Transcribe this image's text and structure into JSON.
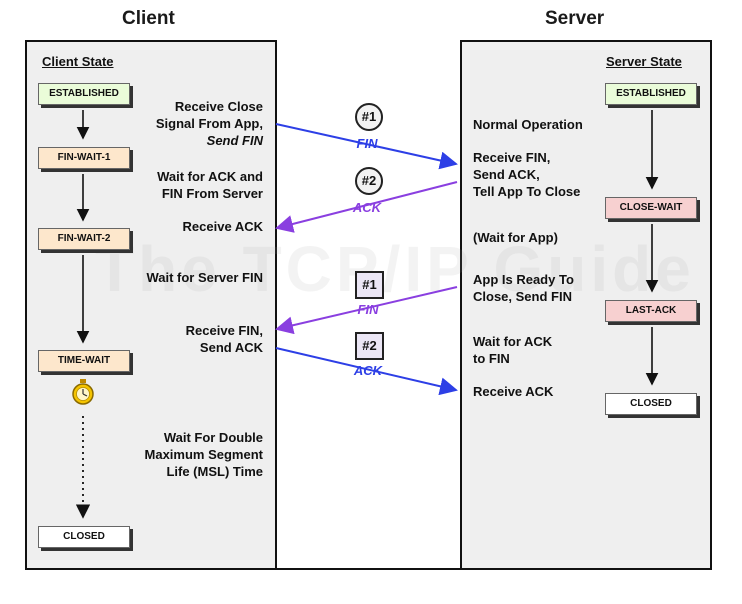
{
  "titles": {
    "client": "Client",
    "server": "Server"
  },
  "client": {
    "state_label": "Client State",
    "states": [
      "ESTABLISHED",
      "FIN-WAIT-1",
      "FIN-WAIT-2",
      "TIME-WAIT",
      "CLOSED"
    ],
    "events": {
      "e1": [
        "Receive Close",
        "Signal From App,",
        "Send FIN"
      ],
      "e2": [
        "Wait for ACK and",
        "FIN From Server"
      ],
      "e3": "Receive ACK",
      "e4": "Wait for Server FIN",
      "e5": [
        "Receive FIN,",
        "Send ACK"
      ],
      "e6": [
        "Wait For Double",
        "Maximum Segment",
        "Life (MSL) Time"
      ]
    }
  },
  "server": {
    "state_label": "Server State",
    "states": [
      "ESTABLISHED",
      "CLOSE-WAIT",
      "LAST-ACK",
      "CLOSED"
    ],
    "events": {
      "e1": "Normal Operation",
      "e2": [
        "Receive FIN,",
        "Send ACK,",
        "Tell App To Close"
      ],
      "e3": "(Wait for App)",
      "e4": [
        "App Is Ready To",
        "Close, Send FIN"
      ],
      "e5": [
        "Wait for ACK",
        "to FIN"
      ],
      "e6": "Receive ACK"
    }
  },
  "messages": [
    {
      "tag": "#1",
      "label": "FIN",
      "color": "#2d3fe6"
    },
    {
      "tag": "#2",
      "label": "ACK",
      "color": "#8a3fe0"
    },
    {
      "tag": "#1",
      "label": "FIN",
      "color": "#8a3fe0"
    },
    {
      "tag": "#2",
      "label": "ACK",
      "color": "#2d3fe6"
    }
  ],
  "watermark": "The TCP/IP Guide",
  "icons": {
    "timer": "stopwatch-icon"
  }
}
